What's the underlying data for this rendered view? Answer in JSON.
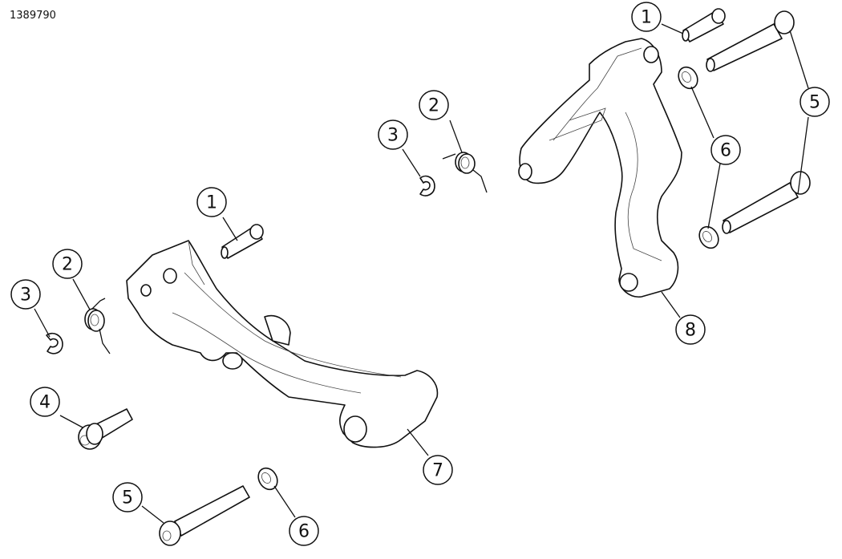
{
  "drawing_id": "1389790",
  "callouts": [
    {
      "label": "1"
    },
    {
      "label": "2"
    },
    {
      "label": "3"
    },
    {
      "label": "1"
    },
    {
      "label": "2"
    },
    {
      "label": "3"
    },
    {
      "label": "4"
    },
    {
      "label": "5"
    },
    {
      "label": "6"
    },
    {
      "label": "7"
    },
    {
      "label": "5"
    },
    {
      "label": "6"
    },
    {
      "label": "8"
    }
  ]
}
